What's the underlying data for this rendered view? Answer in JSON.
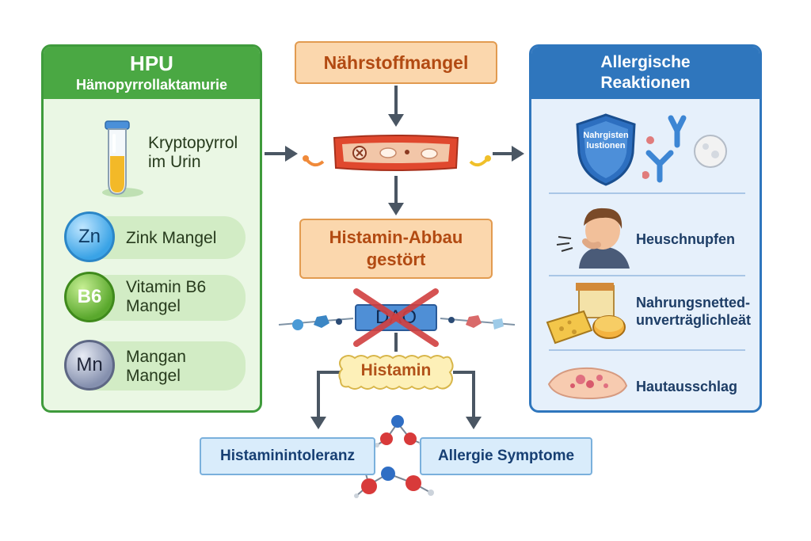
{
  "hpu": {
    "title": "HPU",
    "subtitle": "Hämopyrrollaktamurie",
    "items": [
      {
        "label": "Kryptopyrrol\nim Urin"
      },
      {
        "symbol": "Zn",
        "label": "Zink Mangel"
      },
      {
        "symbol": "B6",
        "label": "Vitamin B6\nMangel"
      },
      {
        "symbol": "Mn",
        "label": "Mangan\nMangel"
      }
    ]
  },
  "center": {
    "naehrstoffmangel": "Nährstoffmangel",
    "histamin_abbau": "Histamin-Abbau\ngestört",
    "dao": "DAO",
    "histamin": "Histamin",
    "histaminintoleranz": "Histaminintoleranz",
    "allergie_symptome": "Allergie Symptome"
  },
  "allergic": {
    "title": "Allergische\nReaktionen",
    "shield_text": "Nahrgisten\nlustionen",
    "items": [
      {
        "label": "Heuschnupfen"
      },
      {
        "label": "Nahrungsnetted-\nunverträglichleät"
      },
      {
        "label": "Hautausschlag"
      }
    ]
  },
  "colors": {
    "green_panel": "#4aa843",
    "blue_panel": "#2f76bd",
    "orange_box": "#fbd7ad",
    "arrow": "#4a5663",
    "cross": "#d14040"
  }
}
